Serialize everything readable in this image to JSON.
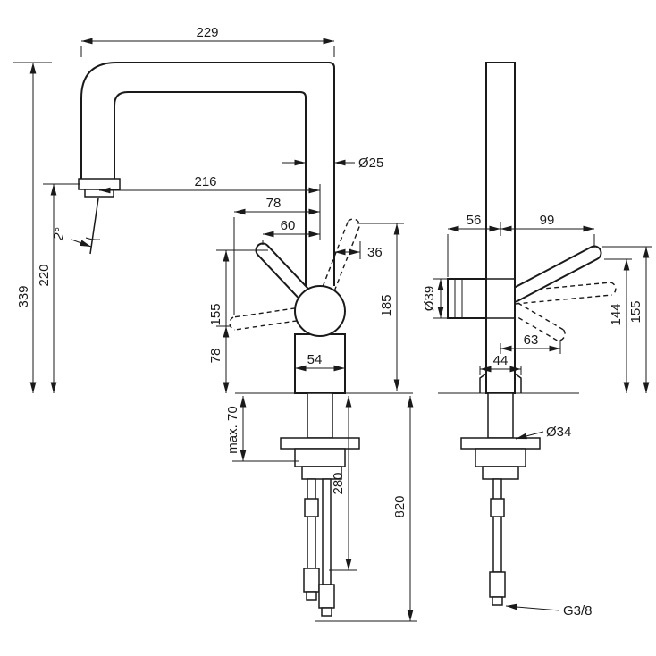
{
  "page": {
    "kind": "faucet installation dimension drawing",
    "background": "#ffffff",
    "ink": "#1a1a1a"
  },
  "dims": {
    "front": {
      "spout_reach": "229",
      "spout_dia": "Ø25",
      "outlet_proj": "216",
      "handle_proj_flat": "78",
      "handle_proj_up": "60",
      "handle_offset": "36",
      "total_height": "339",
      "outlet_height": "220",
      "stream_angle": "2°",
      "handle_h_up": "155",
      "handle_h_flat": "78",
      "body_width": "54",
      "deck_max": "max. 70",
      "shank_len": "280",
      "handle_top_h": "185",
      "hose_len": "820"
    },
    "side": {
      "back_reach": "56",
      "front_reach": "99",
      "body_dia": "Ø39",
      "handle_reach_down": "63",
      "handle_h_low": "144",
      "handle_h_high": "155",
      "base_width": "44",
      "hole_dia": "Ø34",
      "thread": "G3/8"
    }
  }
}
